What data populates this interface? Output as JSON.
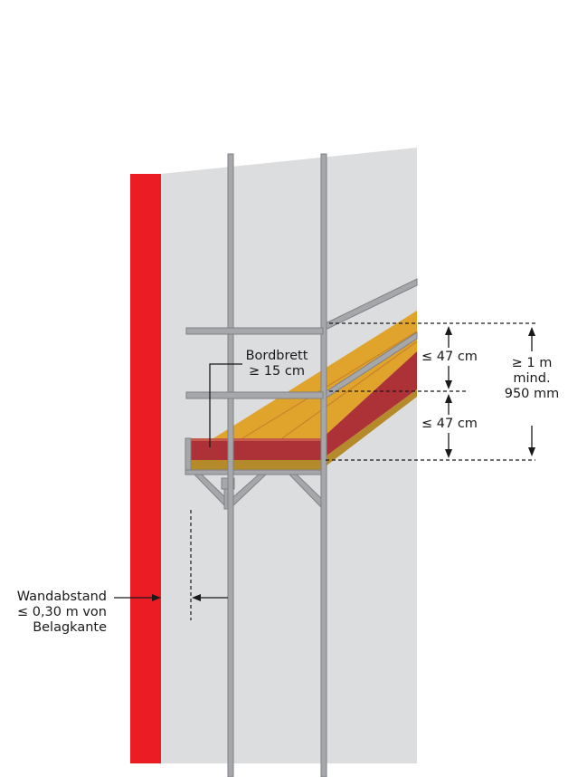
{
  "labels": {
    "bordbrett": [
      "Bordbrett",
      "≥ 15 cm"
    ],
    "upper_gap": "≤ 47 cm",
    "lower_gap": "≤ 47 cm",
    "total_height": [
      "≥ 1 m",
      "mind.",
      "950 mm"
    ],
    "wall_distance": [
      "Wandabstand",
      "≤ 0,30 m von",
      "Belagkante"
    ]
  },
  "colors": {
    "wall_face": "#ec1c24",
    "wall_side": "#dcdddf",
    "tube": "#a5a7aa",
    "tube_outline": "#7f8184",
    "deck_top": "#e0a32c",
    "deck_front": "#ad3237",
    "deck_edge": "#c9842b",
    "dimension_line": "#1a1a1a"
  }
}
